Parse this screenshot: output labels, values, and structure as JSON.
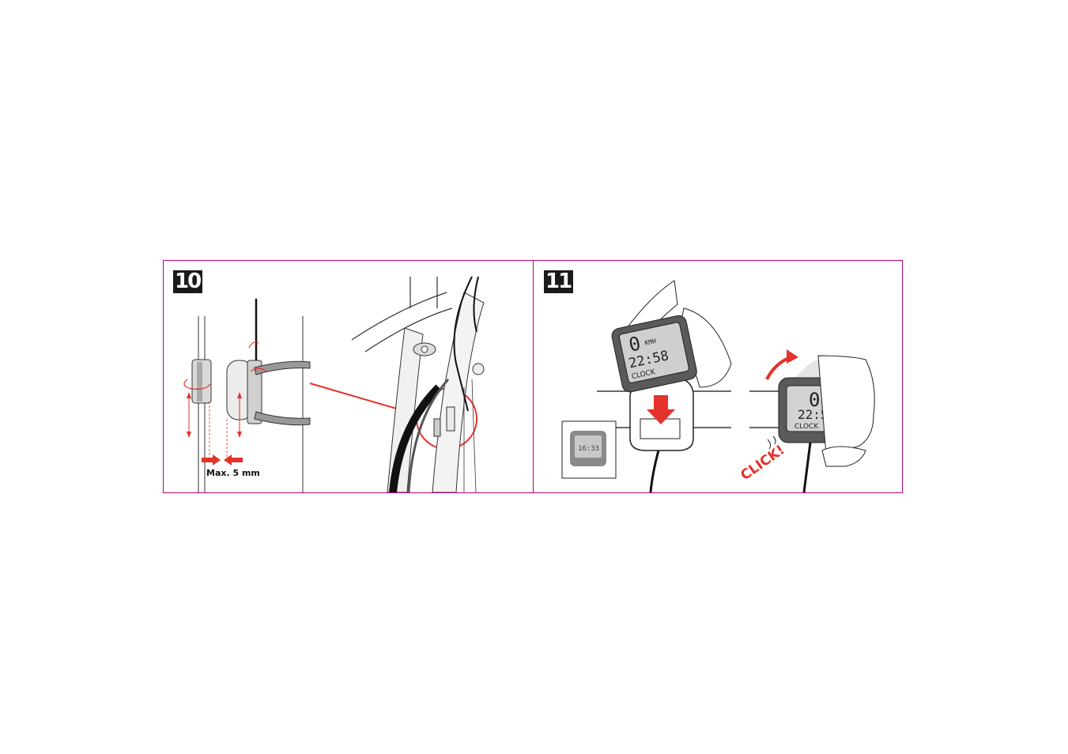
{
  "steps": [
    {
      "number": "10",
      "dimension_label": "Max. 5 mm"
    },
    {
      "number": "11",
      "display": {
        "speed": "0",
        "unit": "KMH",
        "time": "22:58",
        "mode": "CLOCK"
      },
      "inset_display": "16:33",
      "click_label": "CLICK!"
    }
  ],
  "colors": {
    "accent": "#e3332b",
    "frame": "#c0007a",
    "badge": "#1a1a1a"
  }
}
